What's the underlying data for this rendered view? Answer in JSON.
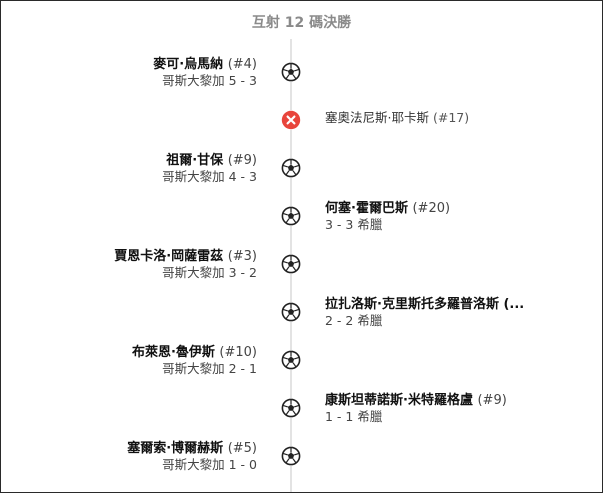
{
  "title": "互射 12 碼決勝",
  "kicks": [
    {
      "side": "left",
      "result": "goal",
      "player": "麥可·烏馬納",
      "rank": "(#4)",
      "score": "哥斯大黎加 5 - 3"
    },
    {
      "side": "right",
      "result": "miss",
      "player": "塞奧法尼斯·耶卡斯",
      "rank": "(#17)",
      "score": ""
    },
    {
      "side": "left",
      "result": "goal",
      "player": "祖爾·甘保",
      "rank": "(#9)",
      "score": "哥斯大黎加 4 - 3"
    },
    {
      "side": "right",
      "result": "goal",
      "player": "何塞·霍爾巴斯",
      "rank": "(#20)",
      "score": "3 - 3 希臘"
    },
    {
      "side": "left",
      "result": "goal",
      "player": "賈恩卡洛·岡薩雷茲",
      "rank": "(#3)",
      "score": "哥斯大黎加 3 - 2"
    },
    {
      "side": "right",
      "result": "goal",
      "player": "拉扎洛斯·克里斯托多羅普洛斯 (...",
      "rank": "",
      "score": "2 - 2 希臘"
    },
    {
      "side": "left",
      "result": "goal",
      "player": "布萊恩·魯伊斯",
      "rank": "(#10)",
      "score": "哥斯大黎加 2 - 1"
    },
    {
      "side": "right",
      "result": "goal",
      "player": "康斯坦蒂諾斯·米特羅格盧",
      "rank": "(#9)",
      "score": "1 - 1 希臘"
    },
    {
      "side": "left",
      "result": "goal",
      "player": "塞爾索·博爾赫斯",
      "rank": "(#5)",
      "score": "哥斯大黎加 1 - 0"
    }
  ],
  "colors": {
    "miss": "#e8453c",
    "goal": "#222222",
    "line": "#e3e3e3",
    "title": "#8a8a8a"
  },
  "icons": {
    "goal": "soccer-ball-icon",
    "miss": "miss-x-icon"
  }
}
